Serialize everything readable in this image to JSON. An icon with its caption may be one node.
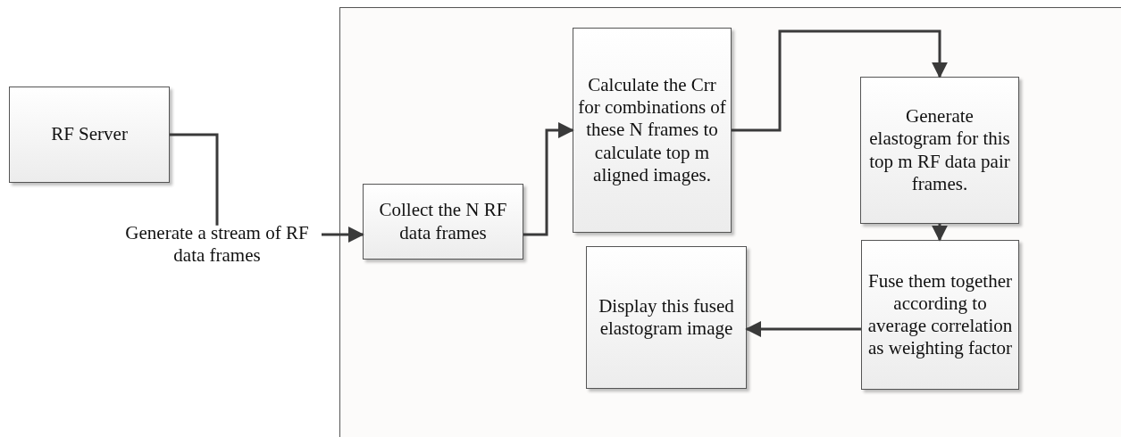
{
  "diagram": {
    "nodes": [
      {
        "text": [
          "RF Server"
        ]
      },
      {
        "text": [
          "Generate a stream of RF data frames"
        ]
      },
      {
        "text": [],
        "shape": "box"
      },
      {
        "text": [
          "Collect the N RF data frames"
        ],
        "in": 2
      },
      {
        "text": [
          "Calculate the Crr for combinations of these N frames to calculate top m aligned images."
        ],
        "in": 2
      },
      {
        "text": [
          "Generate elastogram for this top m RF data pair frames."
        ],
        "in": 2
      },
      {
        "text": [
          "Fuse them together according to average correlation as weighting factor"
        ],
        "in": 2
      },
      {
        "text": [
          "Display this fused elastogram image"
        ],
        "in": 2
      }
    ],
    "edges": [
      {
        "from": 0,
        "to": 1,
        "arrow": "none"
      },
      {
        "from": 1,
        "to": 3,
        "arrow": "to"
      },
      {
        "from": 3,
        "to": 4,
        "arrow": "to"
      },
      {
        "from": 4,
        "to": 5,
        "arrow": "to"
      },
      {
        "from": 5,
        "to": 6,
        "arrow": "to"
      },
      {
        "from": 6,
        "to": 7,
        "arrow": "to"
      }
    ]
  }
}
